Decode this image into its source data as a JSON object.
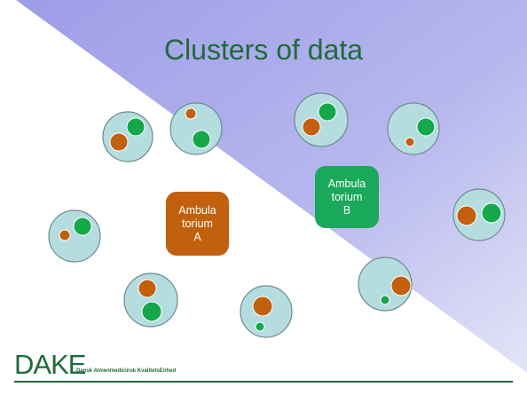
{
  "slide": {
    "title": "Clusters of data",
    "clinic_a": {
      "line1": "Ambula",
      "line2": "torium",
      "line3": "A",
      "color": "#c2600e"
    },
    "clinic_b": {
      "line1": "Ambula",
      "line2": "torium",
      "line3": "B",
      "color": "#1aa85a"
    }
  },
  "logo": {
    "text": "DAKE",
    "tagline": "Dansk Almenmedicinsk KvalitetsEnhed"
  },
  "colors": {
    "cluster_fill": "#b5dde0",
    "cluster_stroke": "#6e8a8f",
    "orange": "#c2600e",
    "green": "#14a84a",
    "accent_dark_green": "#1e6b3a",
    "background_triangle": "#a8a8e8"
  }
}
